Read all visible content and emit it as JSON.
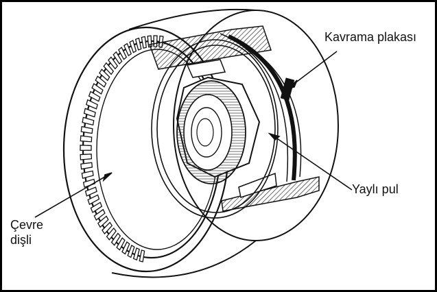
{
  "figure": {
    "labels": {
      "clutch_plate": "Kavrama plakası",
      "spring_washer": "Yaylı pul",
      "ring_gear_line1": "Çevre",
      "ring_gear_line2": "dişli"
    },
    "colors": {
      "ink": "#111111",
      "paper": "#ffffff",
      "border": "#000000"
    }
  }
}
